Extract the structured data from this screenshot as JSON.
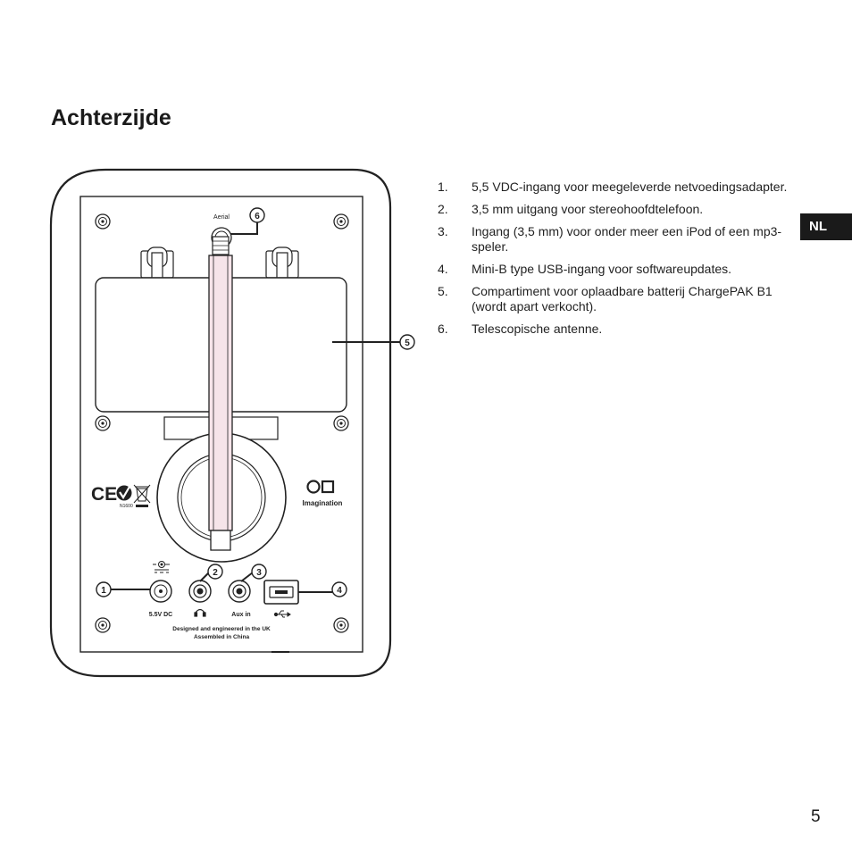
{
  "page": {
    "title": "Achterzijde",
    "language_tab": "NL",
    "page_number": "5"
  },
  "features": [
    {
      "num": "1.",
      "text": "5,5 VDC-ingang voor meegeleverde netvoedingsadapter."
    },
    {
      "num": "2.",
      "text": "3,5 mm uitgang voor stereohoofdtelefoon."
    },
    {
      "num": "3.",
      "text": "Ingang (3,5 mm) voor onder meer een iPod of een mp3-speler."
    },
    {
      "num": "4.",
      "text": "Mini-B type USB-ingang voor softwareupdates."
    },
    {
      "num": "5.",
      "text": "Compartiment voor oplaadbare batterij ChargePAK B1 (wordt apart verkocht)."
    },
    {
      "num": "6.",
      "text": "Telescopische antenne."
    }
  ],
  "diagram": {
    "aerial_label": "Aerial",
    "callouts": [
      "1",
      "2",
      "3",
      "4",
      "5",
      "6"
    ],
    "dc_label": "5.5V DC",
    "aux_label": "Aux in",
    "brand": "Imagination",
    "model_code": "N1600",
    "origin_line_1": "Designed and engineered in the UK",
    "origin_line_2": "Assembled in China",
    "colors": {
      "line": "#222222",
      "antenna_fill": "#f6e4e9"
    },
    "icons": [
      "ce-mark-icon",
      "c-tick-icon",
      "weee-bin-icon",
      "headphones-icon",
      "usb-icon",
      "dc-polarity-icon",
      "imagination-logo-icon"
    ]
  }
}
